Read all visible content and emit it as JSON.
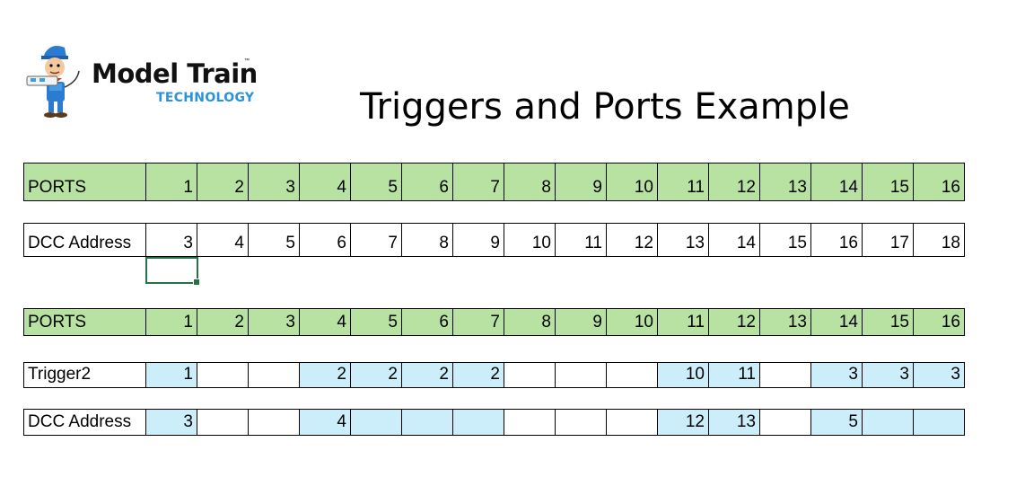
{
  "logo": {
    "line1": "Model Train",
    "line2": "TECHNOLOGY",
    "tm": "™"
  },
  "title": "Triggers and Ports Example",
  "table1": {
    "ports_label": "PORTS",
    "ports": [
      "1",
      "2",
      "3",
      "4",
      "5",
      "6",
      "7",
      "8",
      "9",
      "10",
      "11",
      "12",
      "13",
      "14",
      "15",
      "16"
    ],
    "dcc_label": "DCC Address",
    "dcc": [
      "3",
      "4",
      "5",
      "6",
      "7",
      "8",
      "9",
      "10",
      "11",
      "12",
      "13",
      "14",
      "15",
      "16",
      "17",
      "18"
    ]
  },
  "table2": {
    "ports_label": "PORTS",
    "ports": [
      "1",
      "2",
      "3",
      "4",
      "5",
      "6",
      "7",
      "8",
      "9",
      "10",
      "11",
      "12",
      "13",
      "14",
      "15",
      "16"
    ],
    "trigger_label": "Trigger2",
    "trigger": [
      "1",
      "",
      "",
      "2",
      "2",
      "2",
      "2",
      "",
      "",
      "",
      "10",
      "11",
      "",
      "3",
      "3",
      "3"
    ],
    "dcc_label": "DCC Address",
    "dcc": [
      "3",
      "",
      "",
      "4",
      "",
      "",
      "",
      "",
      "",
      "",
      "12",
      "13",
      "",
      "5",
      "",
      ""
    ]
  },
  "colors": {
    "header_green": "#b8e2a2",
    "highlight_blue": "#cceefa",
    "selection": "#237346"
  }
}
